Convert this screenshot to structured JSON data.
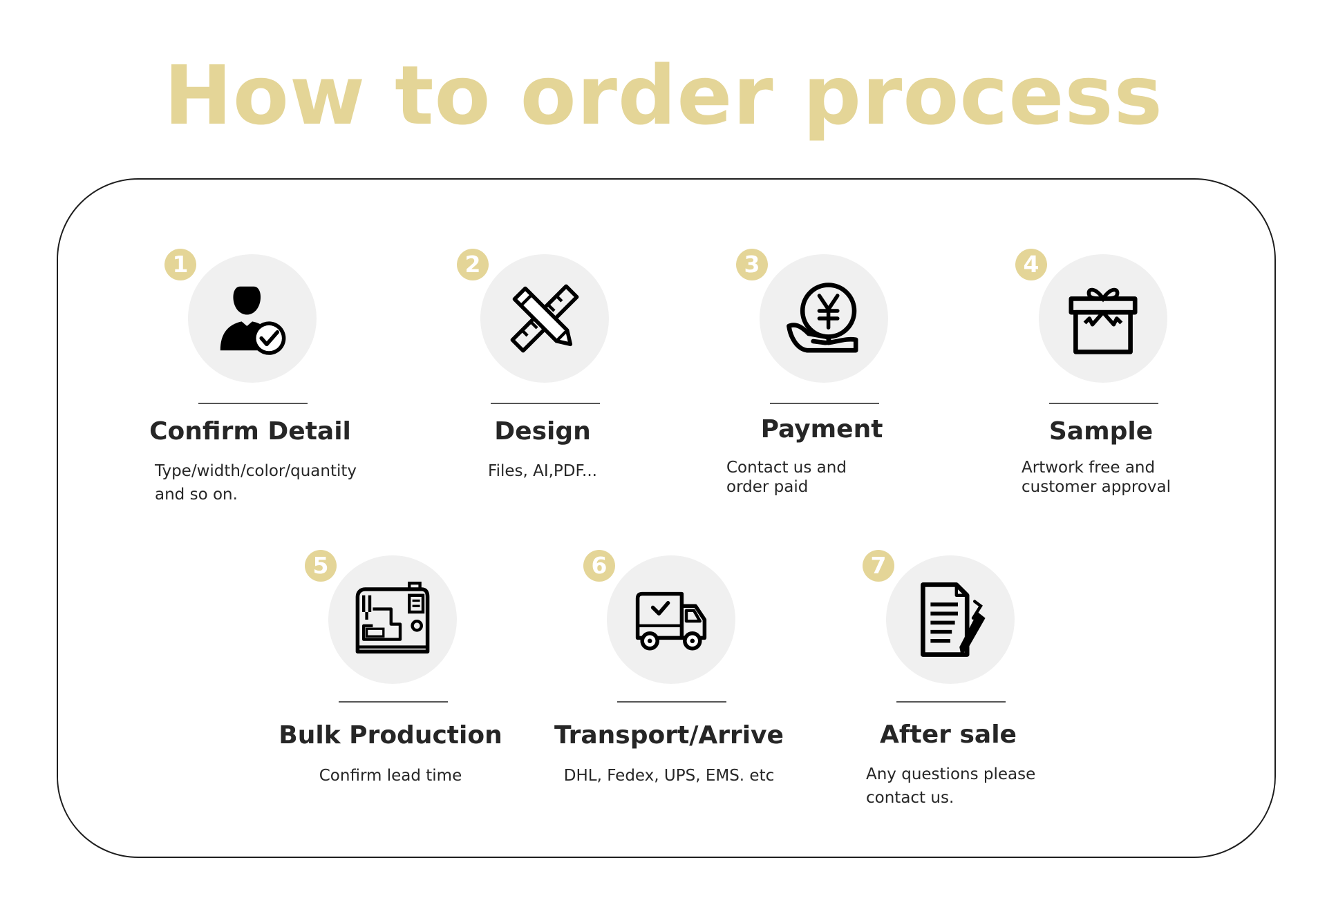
{
  "title": "How to order process",
  "colors": {
    "accent": "#e4d597",
    "circle": "#f0f0f0",
    "text": "#262626",
    "frame": "#1e1e1e"
  },
  "steps": [
    {
      "number": "1",
      "icon": "user-check-icon",
      "title": "Confirm Detail",
      "desc": [
        "Type/width/color/quantity",
        "and so on."
      ]
    },
    {
      "number": "2",
      "icon": "ruler-pencil-icon",
      "title": "Design",
      "desc": [
        "Files, AI,PDF..."
      ]
    },
    {
      "number": "3",
      "icon": "yen-coin-hand-icon",
      "title": "Payment",
      "desc": [
        "Contact us and",
        "order paid"
      ]
    },
    {
      "number": "4",
      "icon": "gift-box-icon",
      "title": "Sample",
      "desc": [
        "Artwork free and",
        "customer approval"
      ]
    },
    {
      "number": "5",
      "icon": "sewing-machine-icon",
      "title": "Bulk Production",
      "desc": [
        "Confirm lead time"
      ]
    },
    {
      "number": "6",
      "icon": "delivery-truck-icon",
      "title": "Transport/Arrive",
      "desc": [
        "DHL, Fedex, UPS, EMS.  etc"
      ]
    },
    {
      "number": "7",
      "icon": "document-pen-icon",
      "title": "After sale",
      "desc": [
        "Any questions please",
        "contact us."
      ]
    }
  ]
}
